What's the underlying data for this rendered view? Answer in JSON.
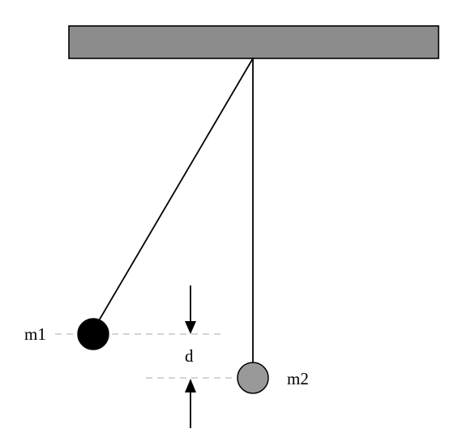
{
  "labels": {
    "mass1": "m1",
    "mass2": "m2",
    "separation": "d"
  },
  "colors": {
    "support": "#8c8c8c",
    "mass1": "#000000",
    "mass2": "#999999",
    "string": "#000000",
    "guide_line": "#bbbbbb"
  }
}
